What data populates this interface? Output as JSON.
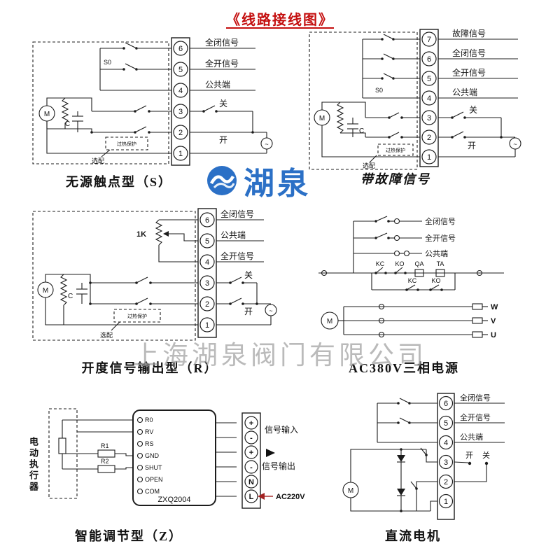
{
  "colors": {
    "title_red": "#c40f0f",
    "logo_blue": "#1a64c2",
    "watermark_gray": "#a0a0a0",
    "line": "#1c1c1c",
    "power_arrow_red": "#a22222"
  },
  "title": "《线路接线图》",
  "watermark": {
    "logo_text": "湖泉",
    "company": "上海湖泉阀门有限公司"
  },
  "d1": {
    "caption": "无源触点型（S）",
    "terminals": [
      "6",
      "5",
      "4",
      "3",
      "2",
      "1"
    ],
    "sig_closed": "全闭信号",
    "sig_open": "全开信号",
    "common": "公共端",
    "cmd_close": "关",
    "cmd_open": "开",
    "motor": "M",
    "capacitor": "C",
    "limit_switch": "S0",
    "optional": "选配",
    "thermal": "过热保护",
    "source": "~"
  },
  "d2": {
    "caption": "带故障信号",
    "terminals": [
      "7",
      "6",
      "5",
      "4",
      "3",
      "2",
      "1"
    ],
    "fault": "故障信号",
    "sig_closed": "全闭信号",
    "sig_open": "全开信号",
    "common": "公共端",
    "cmd_close": "关",
    "cmd_open": "开",
    "motor": "M",
    "capacitor": "C",
    "limit_switch": "S0",
    "optional": "选配",
    "thermal": "过热保护",
    "source": "~"
  },
  "d3": {
    "caption": "开度信号输出型（R）",
    "terminals": [
      "6",
      "5",
      "4",
      "3",
      "2",
      "1"
    ],
    "sig_closed": "全闭信号",
    "common": "公共端",
    "sig_open": "全开信号",
    "cmd_close": "关",
    "cmd_open": "开",
    "potentiometer": "1K",
    "motor": "M",
    "capacitor": "C",
    "optional": "选配",
    "thermal": "过热保护",
    "source": "~"
  },
  "d4": {
    "caption": "AC380V三相电源",
    "sig_closed": "全闭信号",
    "sig_open": "全开信号",
    "common": "公共端",
    "kc": "KC",
    "ko": "KO",
    "qa": "QA",
    "ta": "TA",
    "kc2": "KC",
    "ko2": "KO",
    "motor": "M",
    "phase_w": "W",
    "phase_v": "V",
    "phase_u": "U"
  },
  "d5": {
    "caption": "智能调节型（Z）",
    "actuator": "电动执行器",
    "module_model": "ZXQ2004",
    "pins": [
      "R0",
      "RV",
      "RS",
      "GND",
      "SHUT",
      "OPEN",
      "COM"
    ],
    "r1": "R1",
    "r2": "R2",
    "terminals": [
      "+",
      "-",
      "+",
      "-",
      "N",
      "L"
    ],
    "signal_in": "信号输入",
    "signal_out": "信号输出",
    "power": "AC220V"
  },
  "d6": {
    "caption": "直流电机",
    "terminals": [
      "6",
      "5",
      "4",
      "3",
      "2",
      "1"
    ],
    "sig_closed": "全闭信号",
    "sig_open": "全开信号",
    "common": "公共端",
    "cmd_open": "开",
    "cmd_close": "关",
    "motor": "M"
  }
}
